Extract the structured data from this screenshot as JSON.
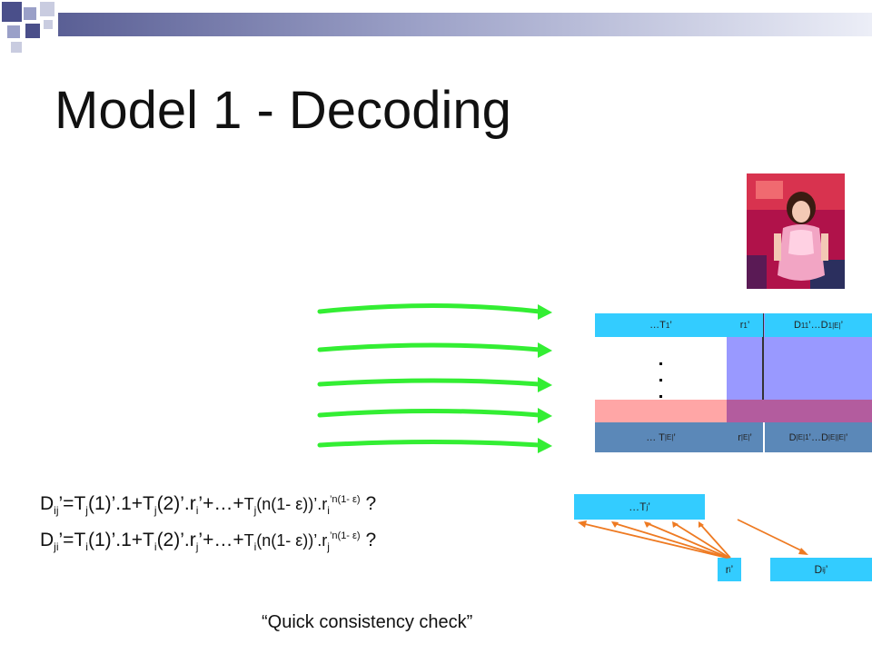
{
  "slide": {
    "title": "Model 1 - Decoding",
    "caption": "“Quick consistency check”"
  },
  "matrix": {
    "row1": {
      "t": "…T",
      "t_sub": "1",
      "t_tail": "’",
      "r": "r",
      "r_sub": "1",
      "r_tail": "’",
      "d1": "D",
      "d1_sub": "11",
      "d_mid": "’…D",
      "d2_sub": "1|E|",
      "d_tail": "’"
    },
    "rowE": {
      "t": "… T",
      "t_sub": "|E|",
      "t_tail": "’",
      "r": "r",
      "r_sub": "|E|",
      "r_tail": "’",
      "d1": "D",
      "d1_sub": "|E|1",
      "d_mid": "’…D",
      "d2_sub": "|E||E|",
      "d_tail": "’"
    }
  },
  "small_diagram": {
    "tj": {
      "text": "…T",
      "sub": "j",
      "tail": "’"
    },
    "ri": {
      "text": "r",
      "sub": "i",
      "tail": "’"
    },
    "dij": {
      "text": "D",
      "sub": "ij",
      "tail": "’"
    }
  },
  "equations": {
    "eq1": {
      "a": "D",
      "a_sub": "ij",
      "b": "’=T",
      "b_sub": "j",
      "c": "(1)’.1+T",
      "c_sub": "j",
      "d": "(2)’.r",
      "d_sub": "i",
      "e": "’+…+",
      "f": "T",
      "f_sub": "j",
      "g": "(n(1- ε))’.r",
      "g_sub": "i",
      "g_sup": "’n(1- ε)",
      "h": " ?"
    },
    "eq2": {
      "a": "D",
      "a_sub": "ji",
      "b": "’=T",
      "b_sub": "i",
      "c": "(1)’.1+T",
      "c_sub": "i",
      "d": "(2)’.r",
      "d_sub": "j",
      "e": "’+…+",
      "f": "T",
      "f_sub": "i",
      "g": "(n(1- ε))’.r",
      "g_sub": "j",
      "g_sup": "’n(1- ε)",
      "h": " ?"
    }
  },
  "colors": {
    "accent_dark": "#4a4f8a",
    "accent_mid": "#9aa0c8",
    "cyan": "#33ccff",
    "lavender": "#9999ff",
    "pink": "#ffa6a6",
    "steel": "#5b88b8",
    "magenta": "#b35c9e",
    "arrow_green": "#33ee33",
    "arrow_orange": "#ee7a22"
  }
}
